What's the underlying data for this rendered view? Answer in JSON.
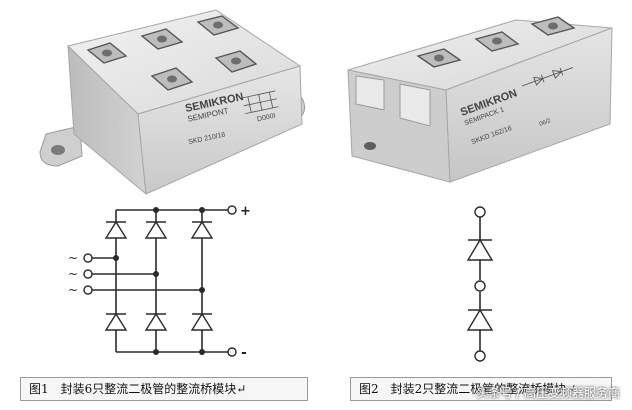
{
  "figure1": {
    "photo": {
      "brand": "SEMIKRON",
      "series": "SEMIPONT",
      "part": "SKD 210/16",
      "code": "D000I"
    },
    "schematic": {
      "plus": "+",
      "minus": "-",
      "ac_phase_1": "~",
      "ac_phase_2": "~",
      "ac_phase_3": "~"
    },
    "caption": {
      "number": "图1",
      "text": "封装6只整流二极管的整流桥模块↵"
    }
  },
  "figure2": {
    "photo": {
      "brand": "SEMIKRON",
      "series": "SEMIPACK 1",
      "part": "SKKD 162/16",
      "code": "06/2"
    },
    "caption": {
      "number": "图2",
      "text": "封装2只整流二极管的整流桥模块↵"
    }
  },
  "watermark": "头条号 / 高压变频器服务商",
  "colors": {
    "module_body": "#dedede",
    "terminal": "#b8b8b8",
    "wire": "#2a2a2a",
    "caption_bg": "#f6f6f6"
  }
}
